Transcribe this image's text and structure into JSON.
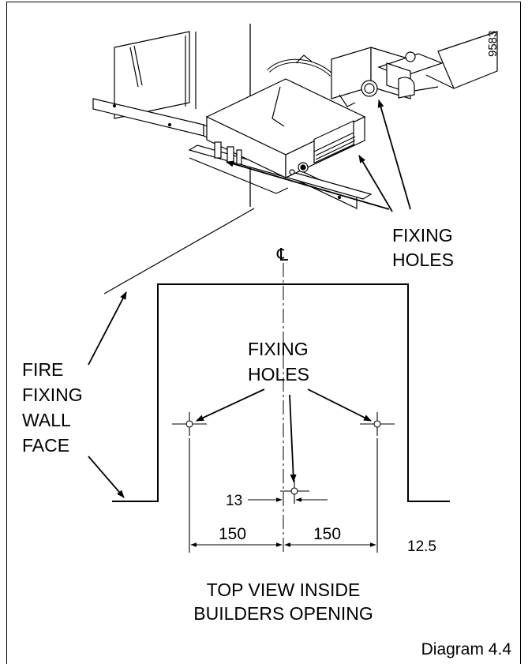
{
  "figure_number": "9583",
  "labels": {
    "fixing_holes_top_line1": "FIXING",
    "fixing_holes_top_line2": "HOLES",
    "centreline_symbol": "℄",
    "fixing_holes_mid_line1": "FIXING",
    "fixing_holes_mid_line2": "HOLES",
    "fire_line1": "FIRE",
    "fire_line2": "FIXING",
    "fire_line3": "WALL",
    "fire_line4": "FACE"
  },
  "dimensions": {
    "offset": "13",
    "left_span": "150",
    "right_span": "150",
    "edge": "12.5"
  },
  "caption": {
    "line1": "TOP VIEW INSIDE",
    "line2": "BUILDERS OPENING"
  },
  "diagram_label": "Diagram 4.4"
}
